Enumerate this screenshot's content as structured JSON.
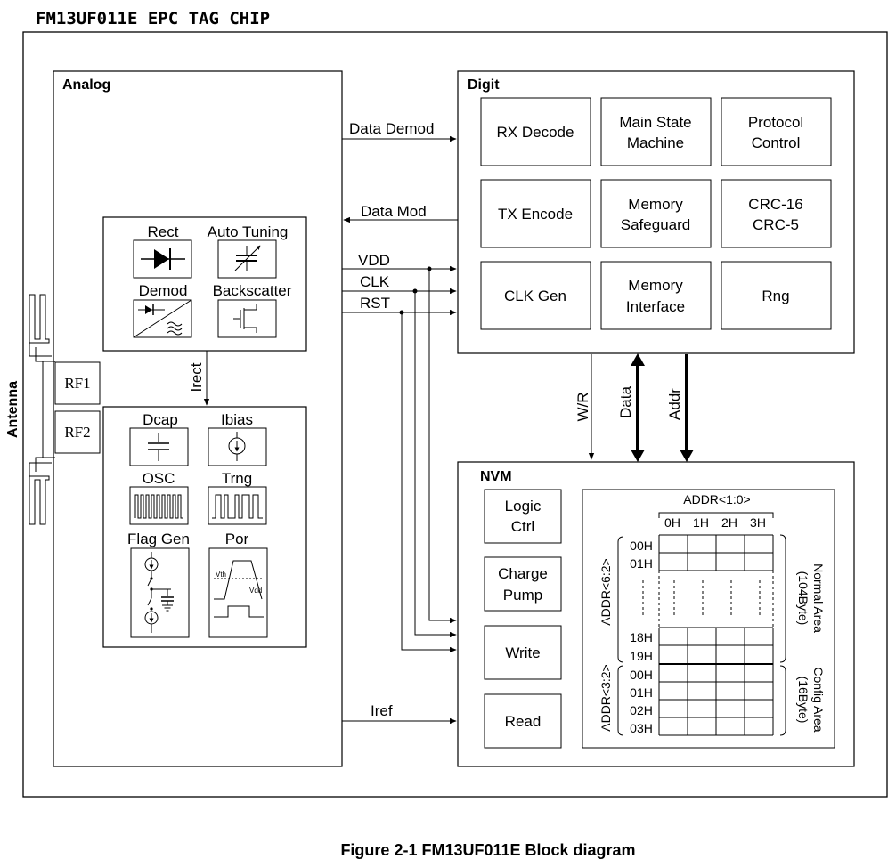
{
  "title": "FM13UF011E EPC TAG CHIP",
  "caption": "Figure 2-1 FM13UF011E Block diagram",
  "analog": {
    "label": "Analog",
    "rect": "Rect",
    "auto_tuning": "Auto Tuning",
    "demod": "Demod",
    "backscatter": "Backscatter",
    "irect": "Irect",
    "dcap": "Dcap",
    "ibias": "Ibias",
    "osc": "OSC",
    "trng": "Trng",
    "flag_gen": "Flag Gen",
    "por": "Por",
    "vth": "Vth",
    "vdd": "Vdd"
  },
  "antenna": {
    "label": "Antenna",
    "rf1": "RF1",
    "rf2": "RF2"
  },
  "digit": {
    "label": "Digit",
    "rx_decode": "RX Decode",
    "main_state_1": "Main State",
    "main_state_2": "Machine",
    "protocol_1": "Protocol",
    "protocol_2": "Control",
    "tx_encode": "TX Encode",
    "mem_safe_1": "Memory",
    "mem_safe_2": "Safeguard",
    "crc_1": "CRC-16",
    "crc_2": "CRC-5",
    "clk_gen": "CLK Gen",
    "mem_if_1": "Memory",
    "mem_if_2": "Interface",
    "rng": "Rng"
  },
  "signals": {
    "data_demod": "Data Demod",
    "data_mod": "Data Mod",
    "vdd": "VDD",
    "clk": "CLK",
    "rst": "RST",
    "iref": "Iref",
    "wr": "W/R",
    "data": "Data",
    "addr": "Addr"
  },
  "nvm": {
    "label": "NVM",
    "logic_1": "Logic",
    "logic_2": "Ctrl",
    "charge_1": "Charge",
    "charge_2": "Pump",
    "write": "Write",
    "read": "Read",
    "addr_col": "ADDR<1:0>",
    "cols": [
      "0H",
      "1H",
      "2H",
      "3H"
    ],
    "addr_normal": "ADDR<6:2>",
    "addr_config": "ADDR<3:2>",
    "rows_normal": [
      "00H",
      "01H",
      "18H",
      "19H"
    ],
    "rows_config": [
      "00H",
      "01H",
      "02H",
      "03H"
    ],
    "normal_area_1": "Normal Area",
    "normal_area_2": "(104Byte)",
    "config_area_1": "Config Area",
    "config_area_2": "(16Byte)"
  }
}
